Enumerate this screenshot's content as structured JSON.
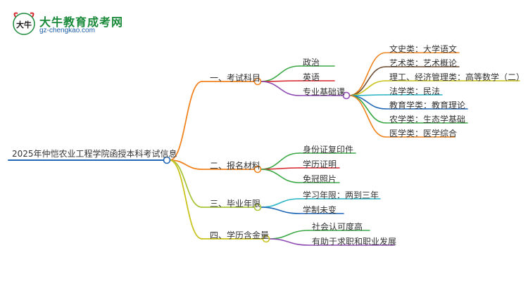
{
  "logo": {
    "title": "大牛教育成考网",
    "url": "gz-chengkao.com",
    "mark_text": "大牛"
  },
  "mindmap": {
    "root": "2025年仲恺农业工程学院函授本科考试信息",
    "branches": [
      {
        "label": "一、考试科目",
        "color": "#f0831e",
        "children": [
          {
            "label": "政治",
            "color": "#3aa845"
          },
          {
            "label": "英语",
            "color": "#d6242a"
          },
          {
            "label": "专业基础课",
            "color": "#8f4bb3",
            "children": [
              {
                "label": "文史类：大学语文",
                "color": "#f0831e"
              },
              {
                "label": "艺术类：艺术概论",
                "color": "#6c4a2e"
              },
              {
                "label": "理工、经济管理类：高等数学（二）",
                "color": "#c9c21a"
              },
              {
                "label": "法学类：民法",
                "color": "#26b3c4"
              },
              {
                "label": "教育学类：教育理论",
                "color": "#2067b5"
              },
              {
                "label": "农学类：生态学基础",
                "color": "#3aa845"
              },
              {
                "label": "医学类：医学综合",
                "color": "#f0831e"
              }
            ]
          }
        ]
      },
      {
        "label": "二、报名材料",
        "color": "#f0831e",
        "children": [
          {
            "label": "身份证复印件",
            "color": "#3aa845"
          },
          {
            "label": "学历证明",
            "color": "#d6242a"
          },
          {
            "label": "免冠照片",
            "color": "#3aa845"
          }
        ]
      },
      {
        "label": "三、毕业年限",
        "color": "#a8c43a",
        "children": [
          {
            "label": "学习年限：两到三年",
            "color": "#26b3c4"
          },
          {
            "label": "学制未变",
            "color": "#2067b5"
          }
        ]
      },
      {
        "label": "四、学历含金量",
        "color": "#c9c21a",
        "children": [
          {
            "label": "社会认可度高",
            "color": "#3aa845"
          },
          {
            "label": "有助于求职和职业发展",
            "color": "#8f4bb3"
          }
        ]
      }
    ]
  },
  "colors": {
    "root_line": "#2067b5",
    "node_circle_fill": "#ffffff"
  }
}
